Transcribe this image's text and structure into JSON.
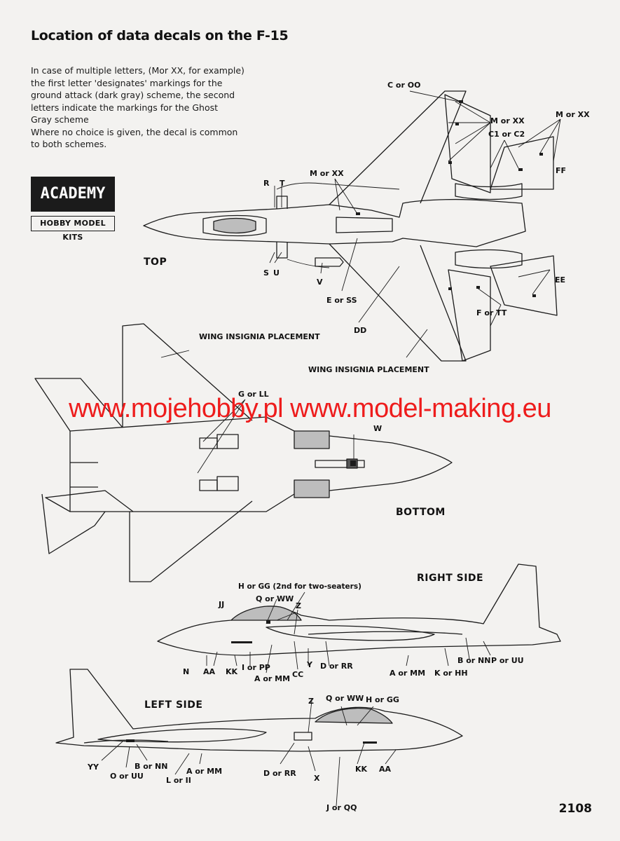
{
  "title": "Location of data decals on the F-15",
  "intro_lines": [
    "In case of multiple letters, (Mor XX, for example)",
    "the first letter 'designates' markings for the",
    "ground attack (dark gray) scheme, the second",
    "letters indicate the markings for the Ghost",
    "Gray scheme",
    "Where no choice is given, the decal is common",
    "to both schemes."
  ],
  "logo": {
    "name": "ACADEMY",
    "tagline": "HOBBY MODEL KITS"
  },
  "views": {
    "top": "TOP",
    "bottom": "BOTTOM",
    "right": "RIGHT SIDE",
    "left": "LEFT SIDE"
  },
  "top_labels": {
    "c_oo": "C or OO",
    "m_xx_1": "M or XX",
    "m_xx_2": "M or XX",
    "c1_c2": "C1 or C2",
    "ff": "FF",
    "r": "R",
    "t": "T",
    "m_xx_3": "M or XX",
    "s": "S",
    "u": "U",
    "v": "V",
    "e_ss": "E or SS",
    "dd": "DD",
    "ee": "EE",
    "f_tt": "F or TT",
    "wing_ins_1": "WING INSIGNIA PLACEMENT",
    "wing_ins_2": "WING INSIGNIA PLACEMENT"
  },
  "bottom_labels": {
    "g_ll": "G or LL",
    "w": "W"
  },
  "right_labels": {
    "h_gg": "H or GG (2nd for two-seaters)",
    "q_ww": "Q or WW",
    "jj": "JJ",
    "z": "Z",
    "n": "N",
    "aa": "AA",
    "kk": "KK",
    "i_pp": "I or PP",
    "a_mm": "A or MM",
    "cc": "CC",
    "y": "Y",
    "d_rr": "D or RR",
    "a_mm_2": "A or MM",
    "k_hh": "K or HH",
    "b_nn": "B or NN",
    "p_uu": "P or UU"
  },
  "left_labels": {
    "z": "Z",
    "q_ww": "Q or WW",
    "h_gg": "H or GG",
    "yy": "YY",
    "o_uu": "O or UU",
    "b_nn": "B or NN",
    "l_ii": "L or II",
    "a_mm": "A or MM",
    "d_rr": "D or RR",
    "x": "X",
    "j_qq": "J or QQ",
    "kk": "KK",
    "aa": "AA"
  },
  "watermark": "www.mojehobby.pl www.model-making.eu",
  "page_number": "2108",
  "colors": {
    "ink": "#1b1b1b",
    "watermark": "#ee1c1c",
    "paper": "#f3f2f0",
    "canopy": "#bdbdbd"
  }
}
